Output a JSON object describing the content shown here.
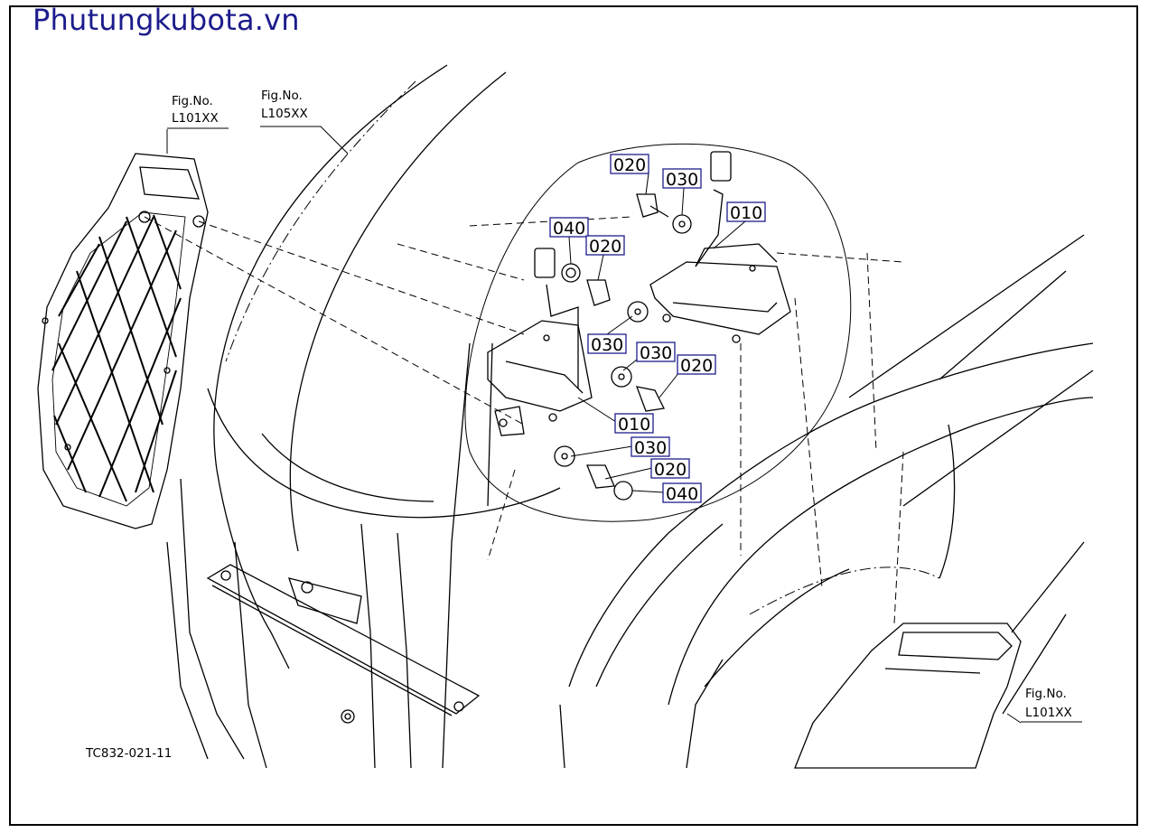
{
  "watermark": {
    "text": "Phutungkubota.vn",
    "color": "#1c1c8c"
  },
  "figure_refs": [
    {
      "prefix": "Fig.No.",
      "code": "L101XX"
    },
    {
      "prefix": "Fig.No.",
      "code": "L105XX"
    },
    {
      "prefix": "Fig.No.",
      "code": "L101XX"
    }
  ],
  "callouts": [
    "020",
    "030",
    "010",
    "040",
    "020",
    "030",
    "030",
    "020",
    "010",
    "030",
    "020",
    "040"
  ],
  "drawing_code": "TC832-021-11",
  "colors": {
    "ink": "#000000",
    "callout_box": "#1c1c8c",
    "background": "#ffffff"
  }
}
